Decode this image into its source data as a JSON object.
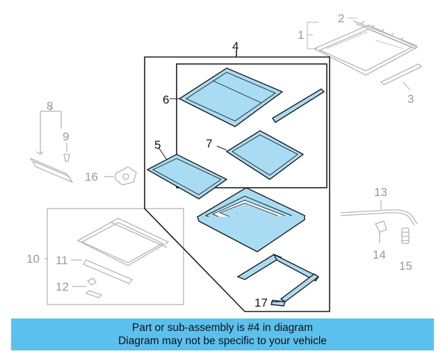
{
  "callouts": {
    "c1": "1",
    "c2": "2",
    "c3": "3",
    "c4": "4",
    "c5": "5",
    "c6": "6",
    "c7": "7",
    "c8": "8",
    "c9": "9",
    "c10": "10",
    "c11": "11",
    "c12": "12",
    "c13": "13",
    "c14": "14",
    "c15": "15",
    "c16": "16",
    "c17": "17"
  },
  "banner": {
    "line1": "Part or sub-assembly is #4 in diagram",
    "line2": "Diagram may not be specific to your vehicle"
  },
  "colors": {
    "highlight_fill": "#a9dcf3",
    "highlight_stroke": "#1a1a1a",
    "faded_stroke": "#b4b4b4",
    "banner_bg": "#5bc0ee"
  }
}
